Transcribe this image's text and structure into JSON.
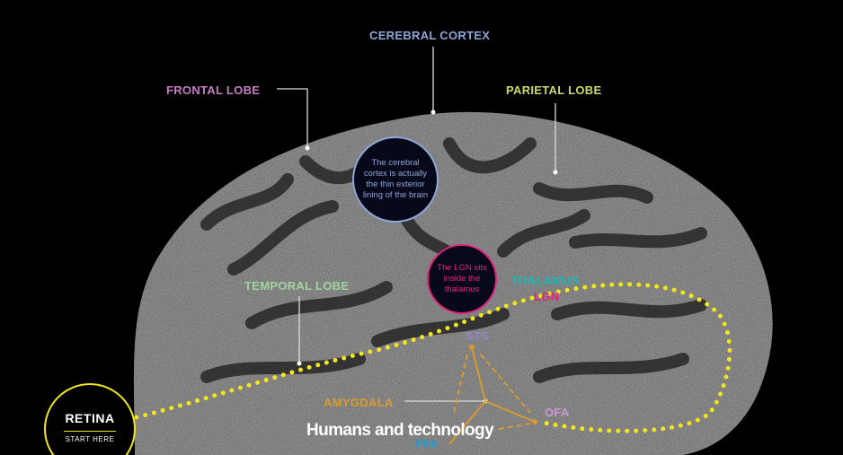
{
  "labels": {
    "cerebral_cortex": "CEREBRAL CORTEX",
    "frontal_lobe": "FRONTAL LOBE",
    "parietal_lobe": "PARIETAL LOBE",
    "temporal_lobe": "TEMPORAL LOBE",
    "thalamus": "THALAMUS",
    "lgn": "LGN",
    "sts": "STS",
    "amygdala": "AMYGDALA",
    "ofa": "OFA",
    "ffa": "FFA"
  },
  "bubbles": {
    "cortex_note": "The cerebral cortex is actually the thin exterior lining of the brain",
    "lgn_note": "The LGN sits inside the thalamus"
  },
  "retina": {
    "title": "RETINA",
    "subtitle": "START HERE"
  },
  "caption": "Humans and technology",
  "colors": {
    "cortex": "#8fa5d8",
    "frontal": "#c47dc4",
    "parietal": "#c9da6a",
    "temporal": "#9fd49c",
    "thalamus": "#21b5b5",
    "lgn": "#e2237c",
    "sts": "#8c88c9",
    "amygdala": "#d99a2e",
    "ofa": "#c99bd3",
    "ffa": "#1f9bd8",
    "path": "#f2e51c"
  }
}
